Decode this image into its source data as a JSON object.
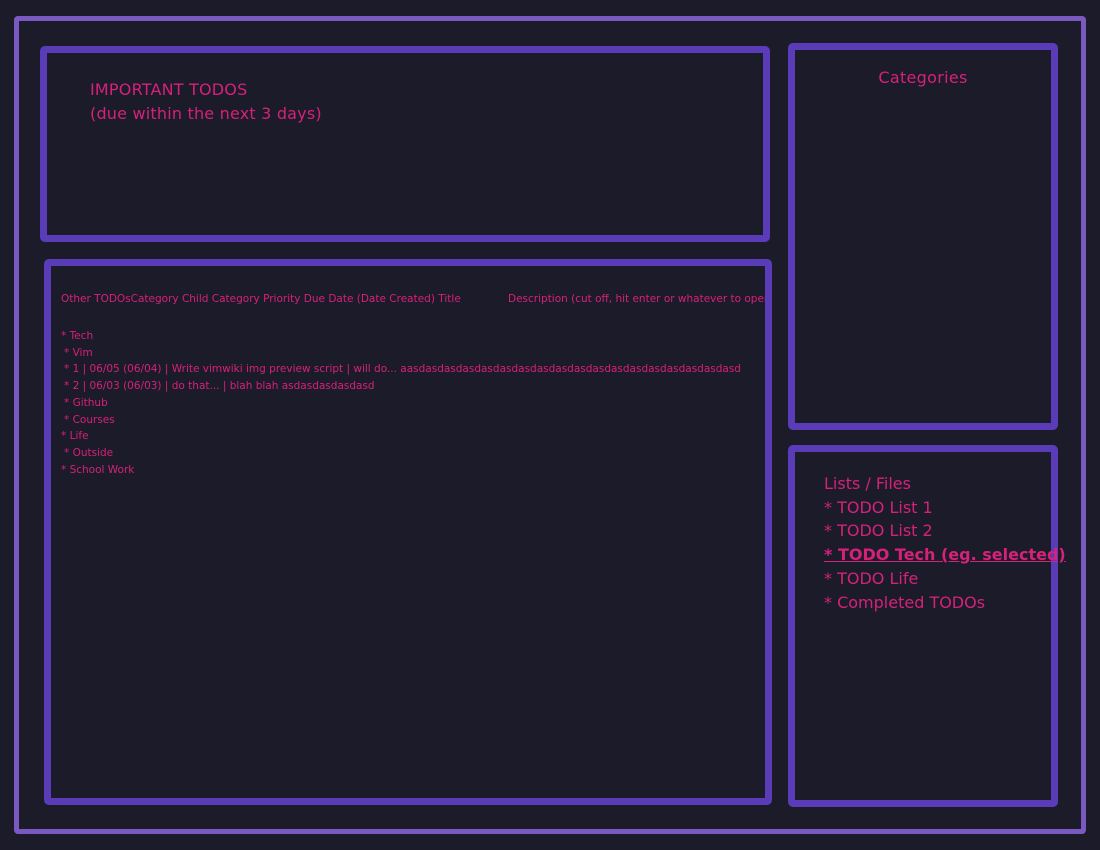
{
  "colors": {
    "background": "#1c1b29",
    "outer_border": "#7a5ac0",
    "panel_border": "#5a3cb8",
    "text": "#d6217a"
  },
  "important": {
    "title_line1": "IMPORTANT TODOS",
    "title_line2": "(due within the next 3 days)"
  },
  "other": {
    "header_left": "Other TODOsCategory Child Category Priority Due Date (Date Created) Title",
    "header_right": "Description (cut off, hit enter or whatever to open)",
    "rows": [
      {
        "text": "* Tech",
        "indent": false
      },
      {
        "text": "* Vim",
        "indent": true
      },
      {
        "text": "* 1 | 06/05 (06/04) | Write vimwiki img preview script | will do... aasdasdasdasdasdasdasdasdasdasdasdasdasdasdasdasdasdasd",
        "indent": true
      },
      {
        "text": "* 2 | 06/03 (06/03) | do that... | blah blah asdasdasdasdasd",
        "indent": true
      },
      {
        "text": "* Github",
        "indent": true
      },
      {
        "text": "* Courses",
        "indent": true
      },
      {
        "text": "* Life",
        "indent": false
      },
      {
        "text": "* Outside",
        "indent": true
      },
      {
        "text": "* School Work",
        "indent": false
      }
    ]
  },
  "categories": {
    "title": "Categories"
  },
  "lists": {
    "title": "Lists / Files",
    "items": [
      {
        "label": "* TODO List 1",
        "selected": false
      },
      {
        "label": "* TODO List 2",
        "selected": false
      },
      {
        "label": "* TODO Tech (eg. selected)",
        "selected": true
      },
      {
        "label": "* TODO Life",
        "selected": false
      },
      {
        "label": "* Completed TODOs",
        "selected": false
      }
    ]
  }
}
